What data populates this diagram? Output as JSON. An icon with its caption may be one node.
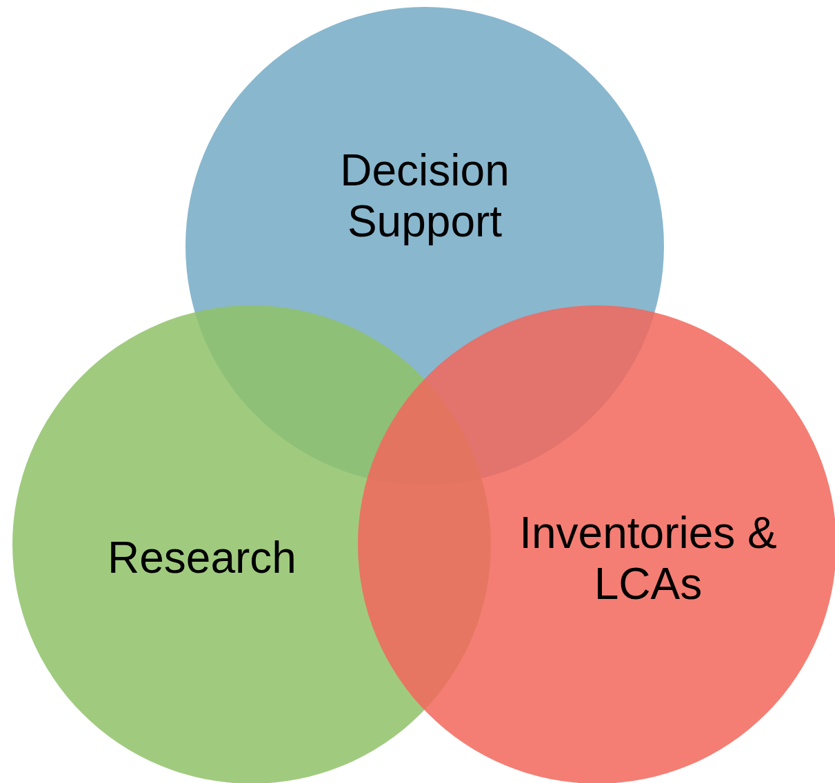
{
  "diagram": {
    "nodes": [
      {
        "text": [
          "Decision Support"
        ]
      },
      {
        "text": [
          "Research"
        ]
      },
      {
        "text": [
          "Inventories & LCAs"
        ]
      }
    ],
    "edges": []
  }
}
